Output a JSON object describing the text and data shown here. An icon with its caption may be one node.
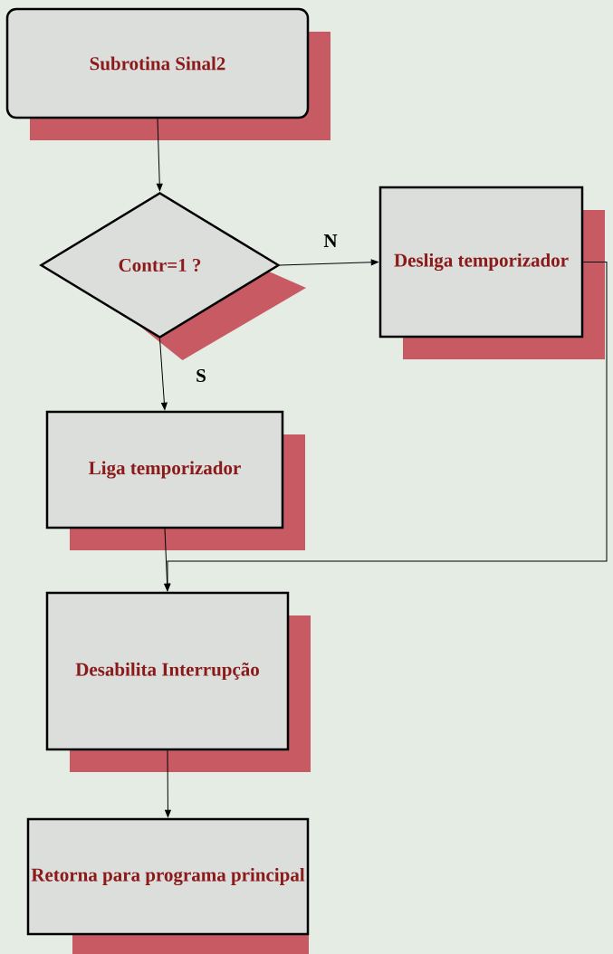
{
  "diagram": {
    "nodes": [
      {
        "text": [
          "Subrotina Sinal2"
        ]
      },
      {
        "text": [
          "Contr=1 ?"
        ]
      },
      {
        "text": [
          "Desliga temporizador"
        ]
      },
      {
        "text": [
          "Liga temporizador"
        ]
      },
      {
        "text": [
          "Desabilita Interrupção"
        ]
      },
      {
        "text": [
          "Retorna para programa principal"
        ]
      }
    ],
    "edges": [
      {
        "from": 0,
        "to": 1,
        "arrow": "to"
      },
      {
        "from": 1,
        "to": 2,
        "arrow": "to",
        "label": "N"
      },
      {
        "from": 1,
        "to": 3,
        "arrow": "to",
        "label": "S"
      },
      {
        "from": 3,
        "to": 4,
        "arrow": "to"
      },
      {
        "from": 2,
        "to": 4,
        "arrow": "to"
      },
      {
        "from": 4,
        "to": 5,
        "arrow": "to"
      }
    ]
  }
}
